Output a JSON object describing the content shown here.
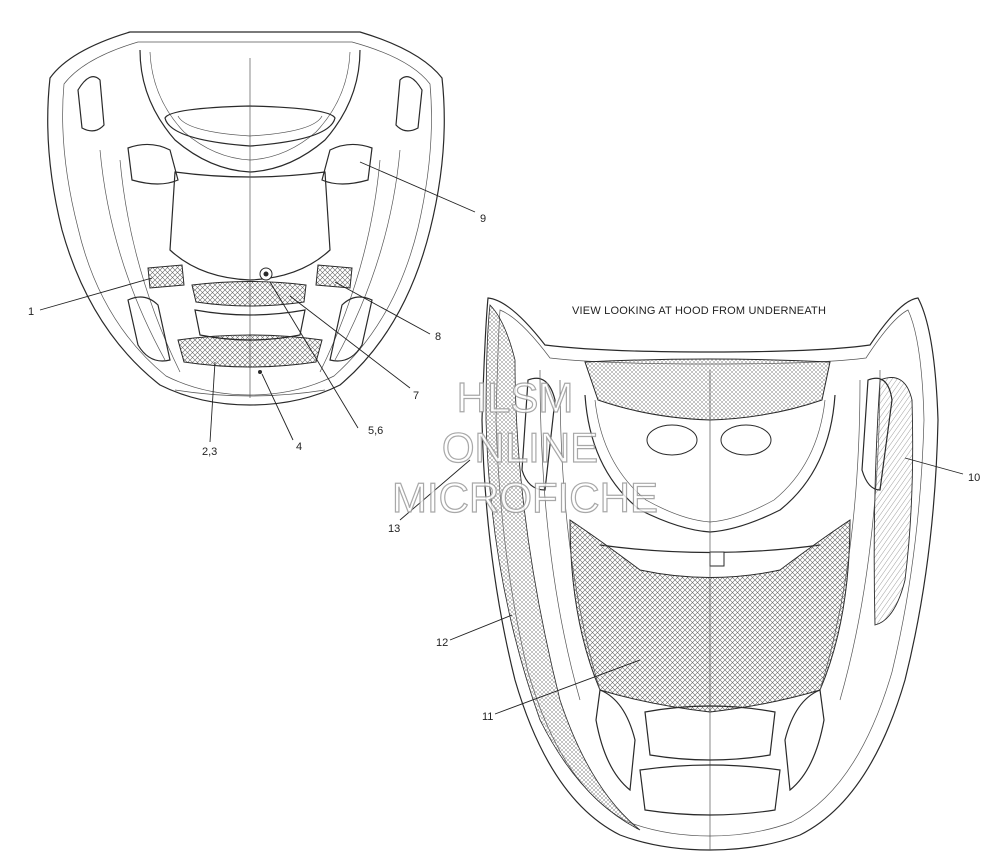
{
  "diagram": {
    "view_title": "VIEW LOOKING AT HOOD FROM UNDERNEATH",
    "watermark": [
      "HLSM",
      "ONLINE",
      "MICROFICHE"
    ],
    "callouts": [
      "1",
      "2,3",
      "4",
      "5,6",
      "7",
      "8",
      "9",
      "10",
      "11",
      "12",
      "13"
    ]
  },
  "colors": {
    "line": "#2a2a2a",
    "watermark_outline": "#9a9a9a"
  }
}
